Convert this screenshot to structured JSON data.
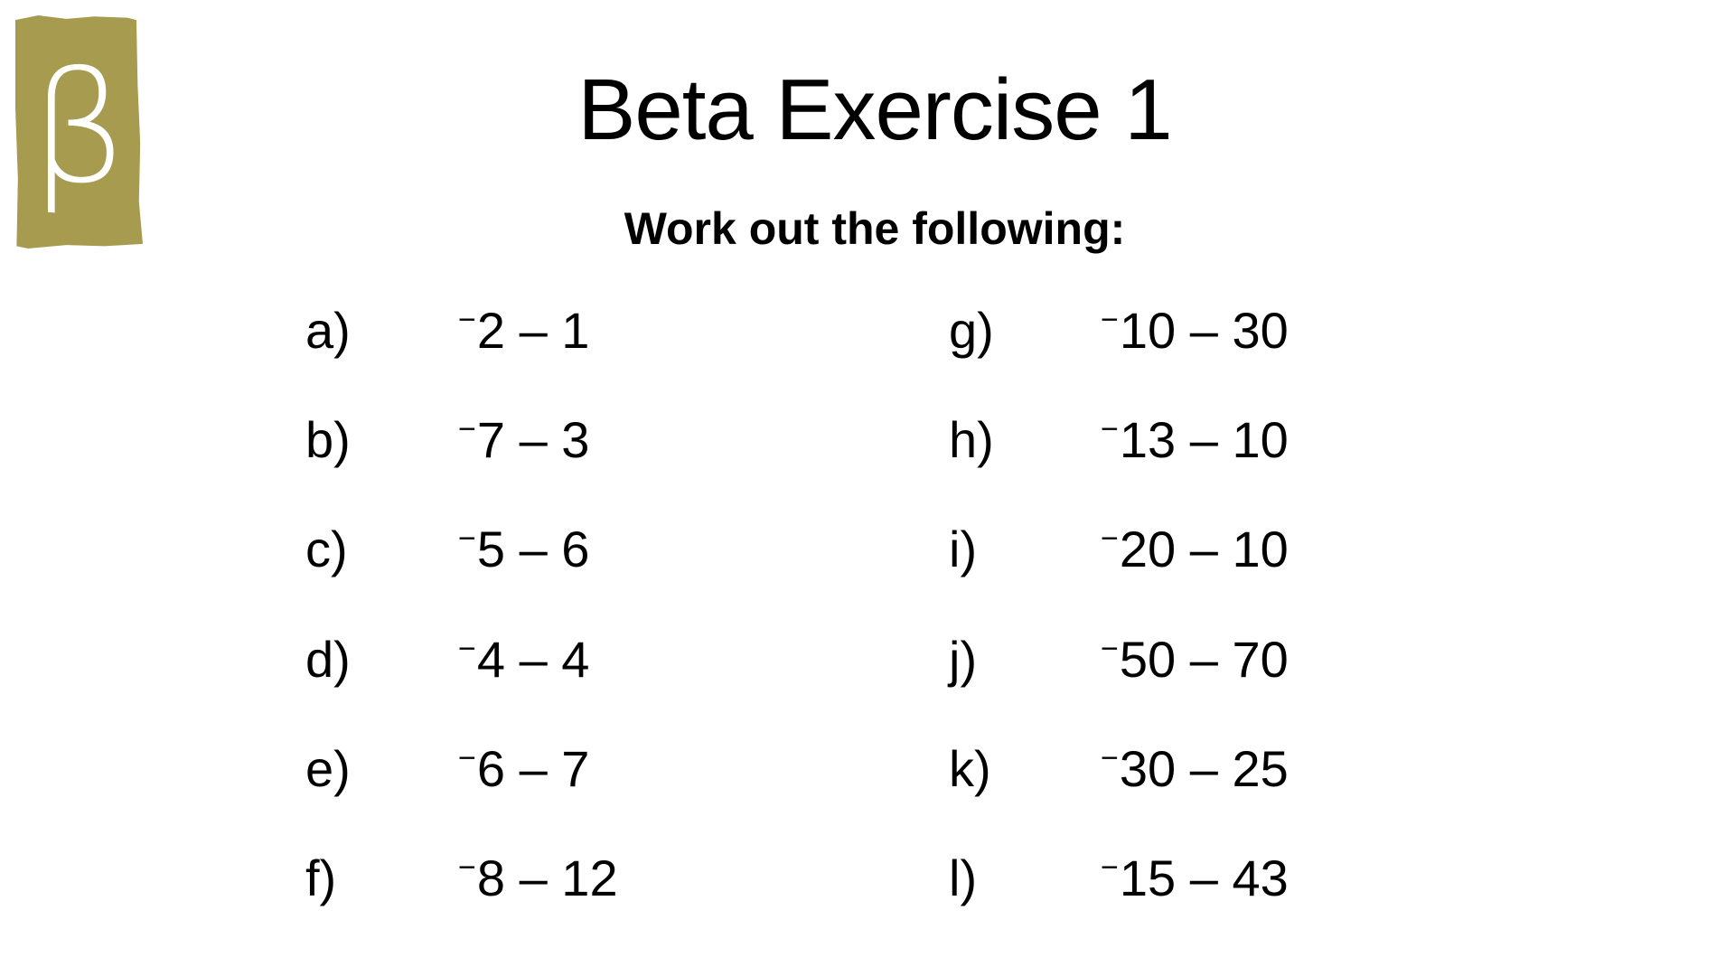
{
  "logo": {
    "glyph": "β",
    "color": "#a79b4f",
    "icon": "beta-logo-icon"
  },
  "title": "Beta Exercise 1",
  "subtitle": "Work out the following:",
  "questions": {
    "left": [
      {
        "label": "a)",
        "a": "2",
        "op": "–",
        "b": "1"
      },
      {
        "label": "b)",
        "a": "7",
        "op": "–",
        "b": "3"
      },
      {
        "label": "c)",
        "a": "5",
        "op": "–",
        "b": "6"
      },
      {
        "label": "d)",
        "a": "4",
        "op": "–",
        "b": "4"
      },
      {
        "label": "e)",
        "a": "6",
        "op": "–",
        "b": "7"
      },
      {
        "label": "f)",
        "a": "8",
        "op": "–",
        "b": "12"
      }
    ],
    "right": [
      {
        "label": "g)",
        "a": "10",
        "op": "–",
        "b": "30"
      },
      {
        "label": "h)",
        "a": "13",
        "op": "–",
        "b": "10"
      },
      {
        "label": "i)",
        "a": "20",
        "op": "–",
        "b": "10"
      },
      {
        "label": "j)",
        "a": "50",
        "op": "–",
        "b": "70"
      },
      {
        "label": "k)",
        "a": "30",
        "op": "–",
        "b": "25"
      },
      {
        "label": "l)",
        "a": "15",
        "op": "–",
        "b": "43"
      }
    ],
    "negative_sign": "−"
  }
}
